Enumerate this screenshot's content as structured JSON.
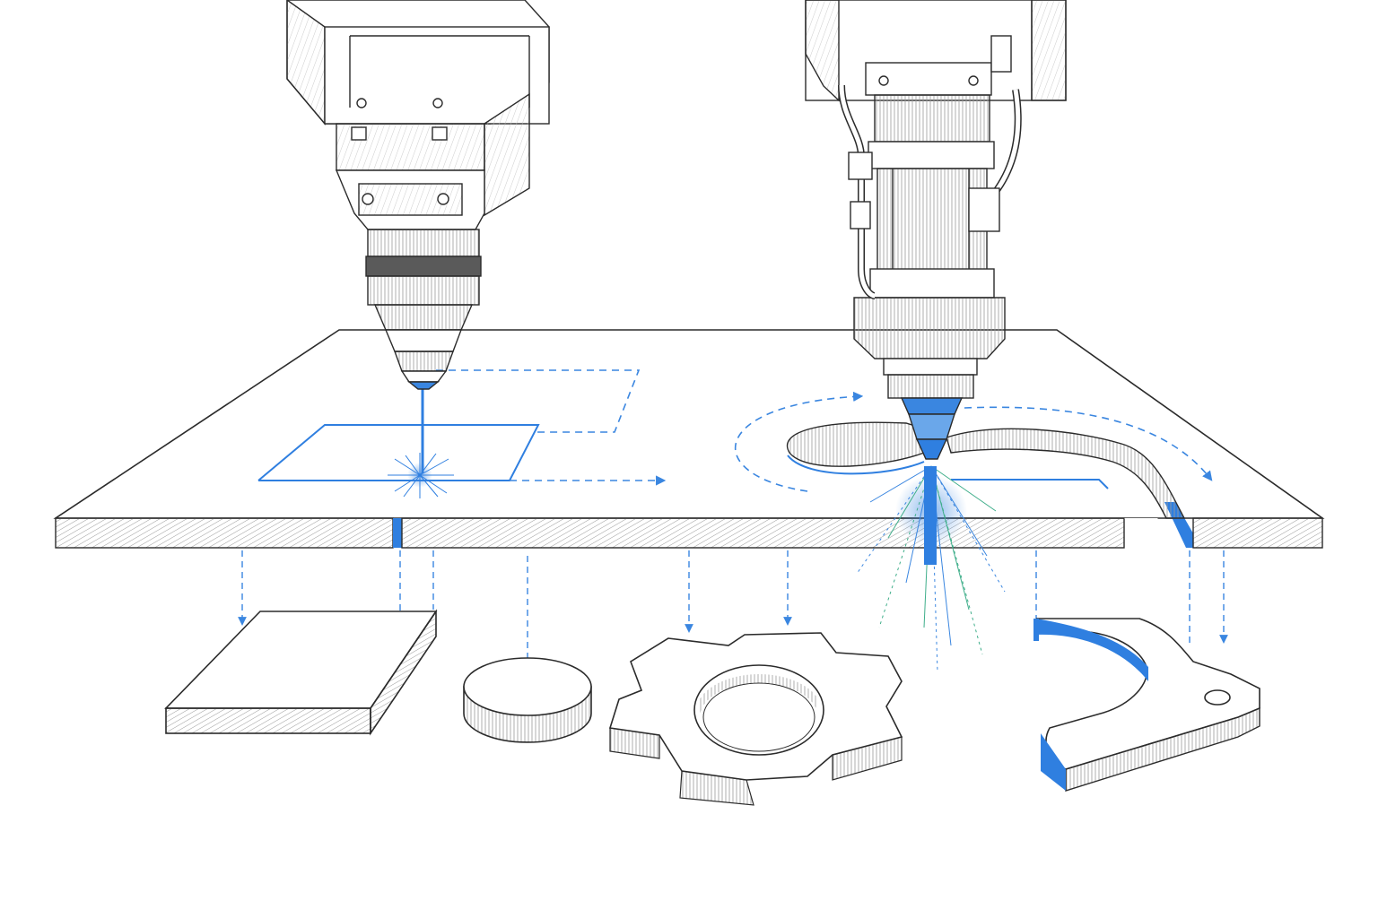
{
  "diagram": {
    "kind": "technical-illustration",
    "labels": [],
    "colors": {
      "ink": "#2b2b2b",
      "hatch": "#8a8a8a",
      "accent": "#3a86e0",
      "accent_dark": "#1f6fd6",
      "spark_green": "#3fae8a",
      "background": "#ffffff"
    },
    "components": {
      "cutting_heads": [
        "left-laser-head",
        "right-laser-head"
      ],
      "sheet": "metal-sheet",
      "cut_parts": [
        "rectangle-part",
        "disc-part",
        "gear-part",
        "hook-part"
      ]
    }
  }
}
